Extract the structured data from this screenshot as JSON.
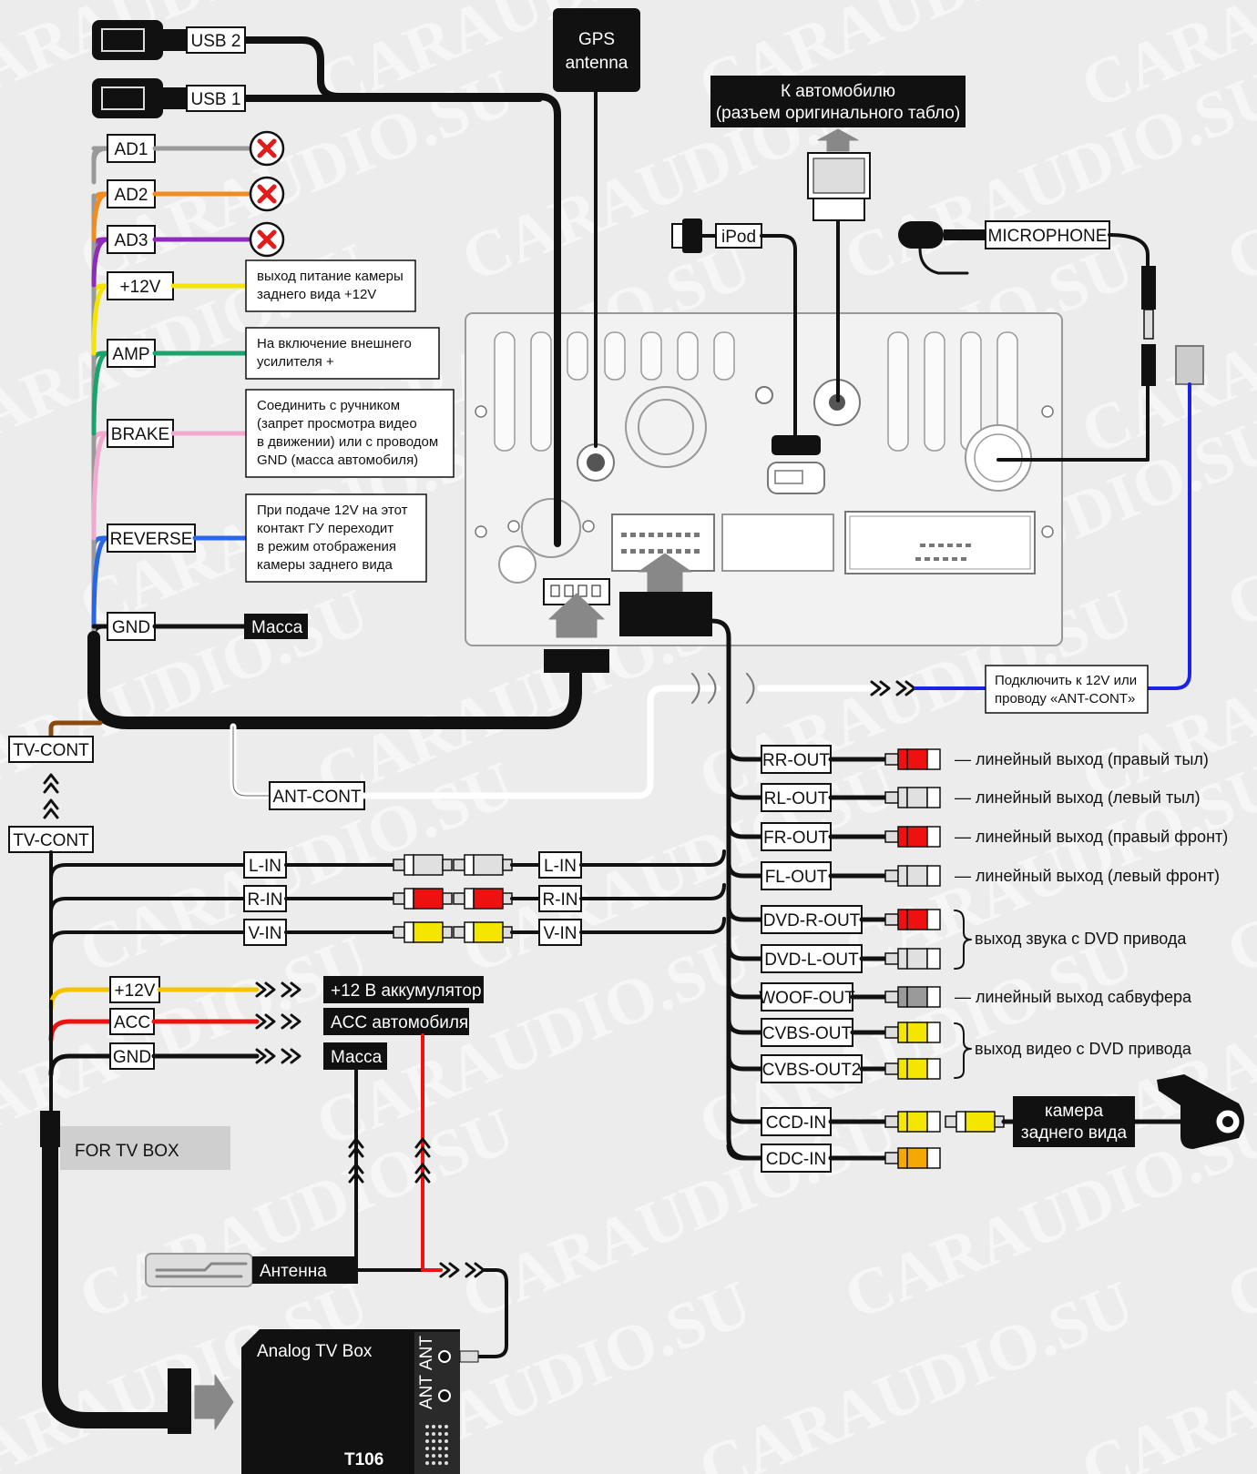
{
  "watermark": "CARAUDIO.SU",
  "connectors": {
    "usb2": "USB 2",
    "usb1": "USB 1",
    "gps": [
      "GPS",
      "antenna"
    ],
    "car_plug": [
      "К автомобилю",
      "(разъем оригинального табло)"
    ],
    "ipod": "iPod",
    "microphone": "MICROPHONE"
  },
  "left_wires": [
    {
      "id": "ad1",
      "label": "AD1",
      "color": "#9a9a9a",
      "note": []
    },
    {
      "id": "ad2",
      "label": "AD2",
      "color": "#f28c1e",
      "note": []
    },
    {
      "id": "ad3",
      "label": "AD3",
      "color": "#8e2bb8",
      "note": []
    },
    {
      "id": "p12",
      "label": "+12V",
      "color": "#f5e300",
      "note": [
        "выход питание камеры",
        "заднего вида +12V"
      ]
    },
    {
      "id": "amp",
      "label": "AMP",
      "color": "#1aa36b",
      "note": [
        "На включение внешнего",
        "усилителя +"
      ]
    },
    {
      "id": "brake",
      "label": "BRAKE",
      "color": "#f3a9cf",
      "note": [
        "Соединить с ручником",
        "(запрет просмотра видео",
        "в движении) или с проводом",
        "GND (масса автомобиля)"
      ]
    },
    {
      "id": "reverse",
      "label": "REVERSE",
      "color": "#2866e8",
      "note": [
        "При подаче 12V на этот",
        "контакт ГУ переходит",
        "в режим отображения",
        "камеры заднего вида"
      ]
    },
    {
      "id": "gnd",
      "label": "GND",
      "color": "#111111",
      "target": "Масса"
    }
  ],
  "tv": {
    "cont_top": "TV-CONT",
    "cont_bottom": "TV-CONT",
    "ant_cont": "ANT-CONT",
    "ant_note": [
      "Подключить к 12V или",
      "проводу «ANT-CONT»"
    ],
    "for_tv_box": "FOR TV BOX",
    "box_title": "Analog TV Box",
    "box_model": "T106",
    "ant_port": "ANT",
    "antenna": "Антенна"
  },
  "inputs": [
    {
      "id": "lin",
      "label": "L-IN",
      "rca": "#e0e0e0"
    },
    {
      "id": "rin",
      "label": "R-IN",
      "rca": "#ee1111"
    },
    {
      "id": "vin",
      "label": "V-IN",
      "rca": "#f5e600"
    }
  ],
  "power": [
    {
      "id": "pw12",
      "label": "+12V",
      "color": "#f5c400",
      "target": "+12 В аккумулятор"
    },
    {
      "id": "acc",
      "label": "ACC",
      "color": "#ee1111",
      "target": "ACC автомобиля"
    },
    {
      "id": "gnd2",
      "label": "GND",
      "color": "#111111",
      "target": "Масса"
    }
  ],
  "outputs": [
    {
      "id": "rrout",
      "label": "RR-OUT",
      "rca": "#ee1111",
      "desc": "— линейный выход (правый тыл)"
    },
    {
      "id": "rlout",
      "label": "RL-OUT",
      "rca": "#e0e0e0",
      "desc": "— линейный выход (левый тыл)"
    },
    {
      "id": "frout",
      "label": "FR-OUT",
      "rca": "#ee1111",
      "desc": "— линейный выход (правый фронт)"
    },
    {
      "id": "flout",
      "label": "FL-OUT",
      "rca": "#e0e0e0",
      "desc": "— линейный выход (левый фронт)"
    },
    {
      "id": "dvdr",
      "label": "DVD-R-OUT",
      "rca": "#ee1111",
      "desc": ""
    },
    {
      "id": "dvdl",
      "label": "DVD-L-OUT",
      "rca": "#e0e0e0",
      "desc": ""
    },
    {
      "id": "woof",
      "label": "WOOF-OUT",
      "rca": "#9a9a9a",
      "desc": "— линейный выход сабвуфера"
    },
    {
      "id": "cvbs",
      "label": "CVBS-OUT",
      "rca": "#f5e600",
      "desc": ""
    },
    {
      "id": "cvbs2",
      "label": "CVBS-OUT2",
      "rca": "#f5e600",
      "desc": ""
    },
    {
      "id": "ccd",
      "label": "CCD-IN",
      "rca": "#f5e600",
      "desc": ""
    },
    {
      "id": "cdc",
      "label": "CDC-IN",
      "rca": "#f5a800",
      "desc": ""
    }
  ],
  "groups": {
    "dvd_audio": "выход звука с DVD привода",
    "dvd_video": "выход видео с DVD привода",
    "camera": [
      "камера",
      "заднего вида"
    ]
  }
}
